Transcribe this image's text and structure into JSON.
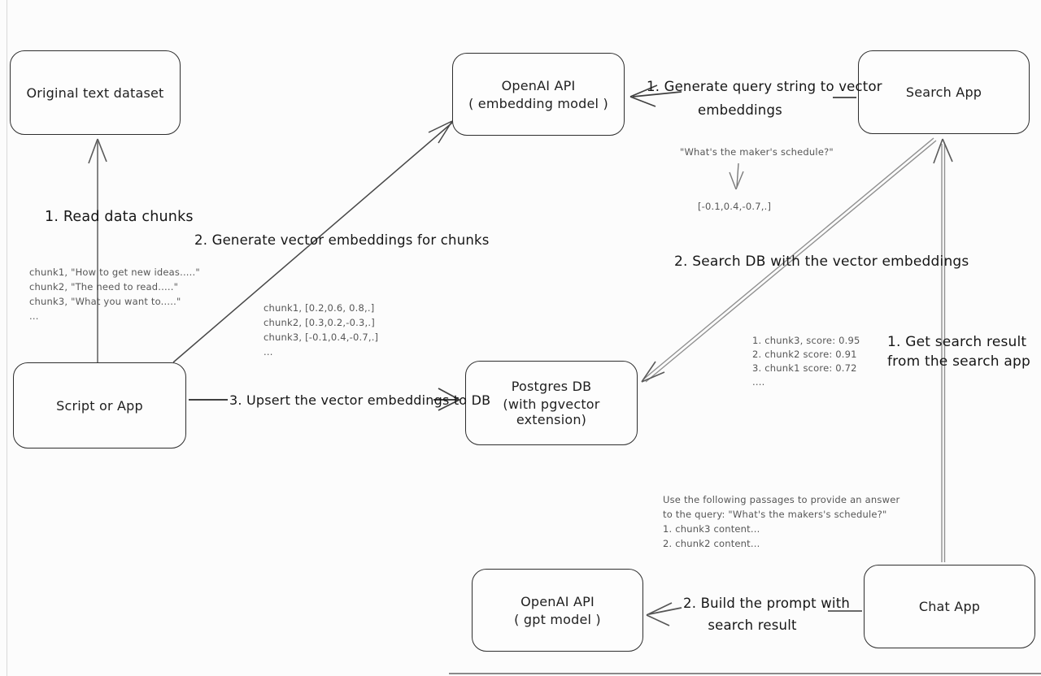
{
  "diagram": {
    "nodes": {
      "original_dataset": {
        "label": "Original text dataset"
      },
      "openai_embedding": {
        "label": "OpenAI API",
        "sublabel": "( embedding model )"
      },
      "search_app": {
        "label": "Search App"
      },
      "script_or_app": {
        "label": "Script or App"
      },
      "postgres_db": {
        "label": "Postgres DB",
        "sublabel": "(with pgvector extension)"
      },
      "openai_gpt": {
        "label": "OpenAI API",
        "sublabel": "( gpt model )"
      },
      "chat_app": {
        "label": "Chat App"
      }
    },
    "edges": {
      "read_chunks": {
        "label": "1. Read data chunks"
      },
      "generate_embeddings": {
        "label": "2. Generate vector embeddings for chunks"
      },
      "upsert_embeddings": {
        "label": "3. Upsert the vector embeddings  to DB"
      },
      "query_to_vector": {
        "line1": "1. Generate query string to vector",
        "line2": "embeddings"
      },
      "search_db": {
        "label": "2. Search DB with the vector embeddings"
      },
      "get_search_result": {
        "line1": "1. Get search result",
        "line2": "from the search app"
      },
      "build_prompt": {
        "line1": "2. Build the prompt with",
        "line2": "search result"
      }
    },
    "annotations": {
      "chunk_examples": [
        "chunk1, \"How to get new ideas.....\"",
        "chunk2, \"The need to read.....\"",
        "chunk3, \"What you want to.....\"",
        "..."
      ],
      "chunk_vectors": [
        "chunk1, [0.2,0.6, 0.8,.]",
        "chunk2, [0.3,0.2,-0.3,.]",
        "chunk3, [-0.1,0.4,-0.7,.]",
        "..."
      ],
      "query_example": "\"What's the maker's schedule?\"",
      "query_vector": "[-0.1,0.4,-0.7,.]",
      "search_scores": [
        "1. chunk3, score: 0.95",
        "2. chunk2 score: 0.91",
        "3. chunk1 score: 0.72",
        "...."
      ],
      "prompt_lines": [
        "Use the following passages to provide an answer",
        "to the query: \"What's the makers's schedule?\"",
        "1. chunk3 content...",
        "2. chunk2 content..."
      ]
    },
    "colors": {
      "stroke": "#2e2e2e",
      "arrow_dark": "#4a4a4a",
      "arrow_gray": "#8f8f8f",
      "text": "#1f1f1f",
      "muted_text": "#565656",
      "background": "#fcfcfc"
    }
  }
}
